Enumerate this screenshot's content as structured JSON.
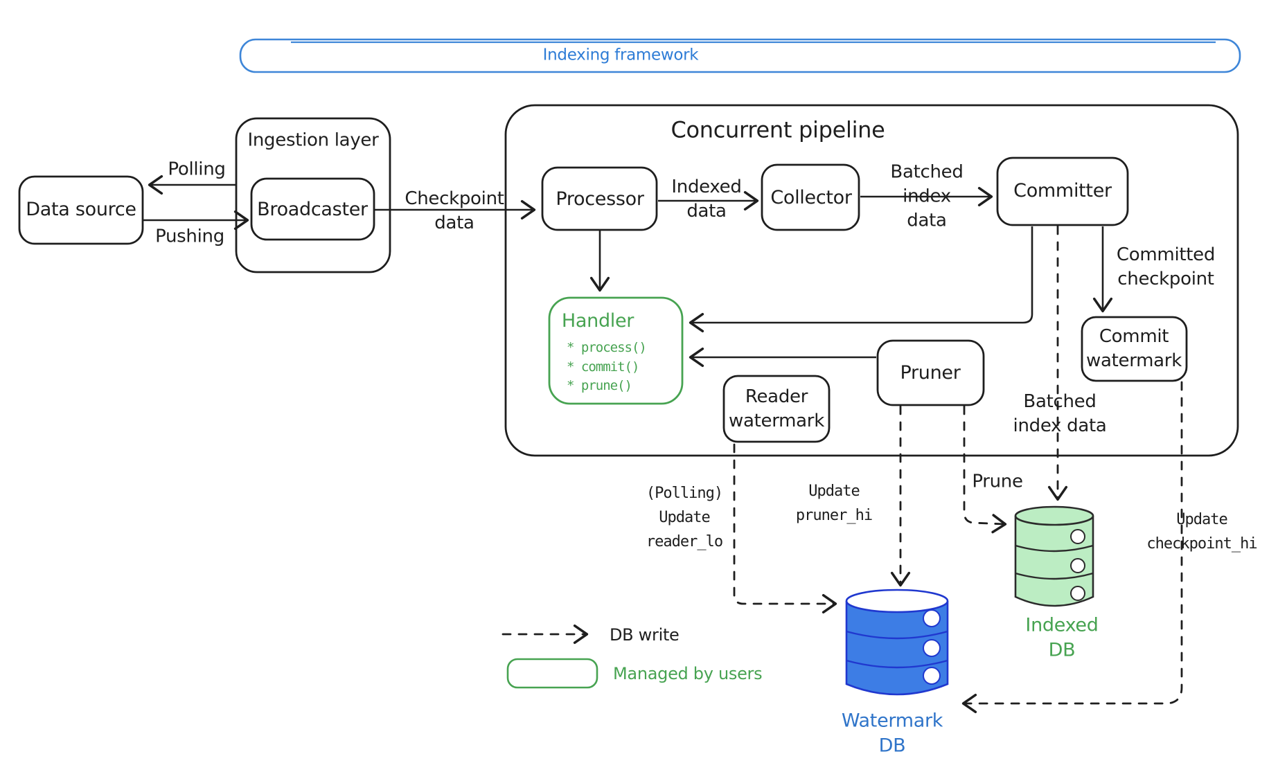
{
  "banner": {
    "title": "Indexing framework"
  },
  "nodes": {
    "data_source": "Data source",
    "ingestion_layer": "Ingestion layer",
    "broadcaster": "Broadcaster",
    "pipeline_title": "Concurrent pipeline",
    "processor": "Processor",
    "collector": "Collector",
    "committer": "Committer",
    "handler_title": "Handler",
    "handler_method_1": "* process()",
    "handler_method_2": "* commit()",
    "handler_method_3": "* prune()",
    "pruner": "Pruner",
    "reader_watermark": "Reader\nwatermark",
    "commit_watermark": "Commit\nwatermark"
  },
  "edge_labels": {
    "polling": "Polling",
    "pushing": "Pushing",
    "checkpoint_data": "Checkpoint\ndata",
    "indexed_data": "Indexed\ndata",
    "batched_index_data_top": "Batched\nindex\ndata",
    "committed_checkpoint": "Committed\ncheckpoint",
    "batched_index_data_bottom": "Batched\nindex data",
    "polling_update_reader_lo": "(Polling)\nUpdate\nreader_lo",
    "update_pruner_hi": "Update\npruner_hi",
    "prune": "Prune",
    "update_checkpoint_hi": "Update\ncheckpoint_hi"
  },
  "databases": {
    "watermark_db": "Watermark\nDB",
    "indexed_db": "Indexed\nDB"
  },
  "legend": {
    "db_write": "DB write",
    "managed_by_users": "Managed by users"
  },
  "colors": {
    "ink": "#1e1e1e",
    "blue_accent": "#2e7cd6",
    "blue_db_fill": "#3d7de5",
    "blue_db_stroke": "#2038cf",
    "blue_label": "#2f74c9",
    "green": "#47a351",
    "green_db_fill": "#bcedc3"
  }
}
